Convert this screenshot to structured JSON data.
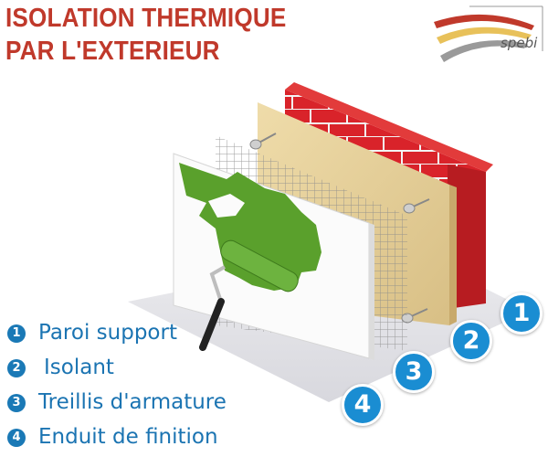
{
  "title": {
    "line1": "ISOLATION THERMIQUE",
    "line2": "PAR L'EXTERIEUR"
  },
  "logo": {
    "text": "spebi"
  },
  "legend": {
    "items": [
      {
        "number": "1",
        "label": "Paroi support"
      },
      {
        "number": "2",
        "label": "Isolant"
      },
      {
        "number": "3",
        "label": "Treillis d'armature"
      },
      {
        "number": "4",
        "label": "Enduit de finition"
      }
    ]
  },
  "badges": [
    "1",
    "2",
    "3",
    "4"
  ],
  "colors": {
    "title": "#c0392b",
    "brick": "#d9232a",
    "insulation": "#e8d3a0",
    "paint": "#5aa02c",
    "legend_text": "#1b74b2",
    "badge": "#1a8dd2"
  }
}
